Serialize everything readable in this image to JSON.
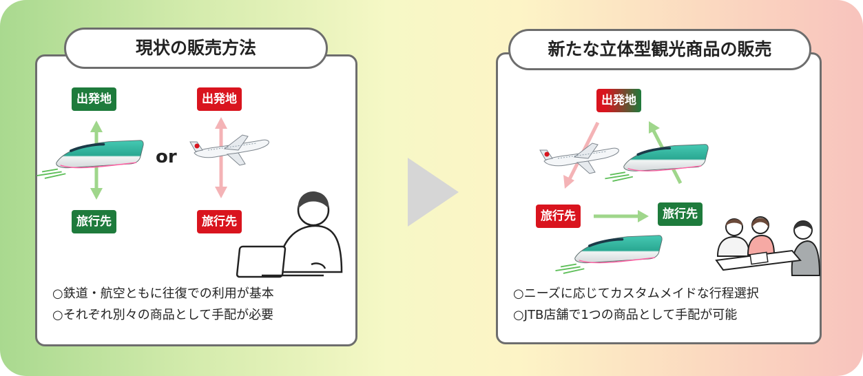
{
  "left": {
    "title": "現状の販売方法",
    "train_origin": "出発地",
    "train_destination": "旅行先",
    "plane_origin": "出発地",
    "plane_destination": "旅行先",
    "or_label": "or",
    "notes": [
      "○鉄道・航空ともに往復での利用が基本",
      "○それぞれ別々の商品として手配が必要"
    ]
  },
  "right": {
    "title": "新たな立体型観光商品の販売",
    "origin": "出発地",
    "destination_red": "旅行先",
    "destination_green": "旅行先",
    "notes": [
      "○ニーズに応じてカスタムメイドな行程選択",
      "○JTB店舗で1つの商品として手配が可能"
    ]
  },
  "colors": {
    "green": "#1e7b3c",
    "red": "#d9141e",
    "arrow_green": "#9fd68b",
    "arrow_pink": "#f4b3b6",
    "panel_border": "#6d6d6d",
    "transition_arrow": "#d6d6d6"
  },
  "icons": [
    "shinkansen-icon",
    "airplane-icon",
    "person-laptop-icon",
    "consultation-group-icon",
    "right-triangle-arrow-icon"
  ]
}
